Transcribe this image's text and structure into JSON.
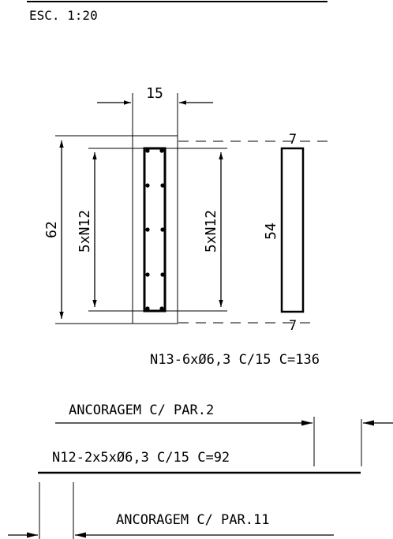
{
  "drawing": {
    "scale_label": "ESC. 1:20",
    "section": {
      "width_dim": "15",
      "height_dim": "62",
      "left_bars": "5xN12",
      "right_bars": "5xN12"
    },
    "stirrup_shape": {
      "top_dim": "7",
      "side_dim": "54",
      "bottom_dim": "7"
    },
    "stirrup_spec": "N13-6xØ6,3 C/15 C=136",
    "anchorage_top": "ANCORAGEM C/ PAR.2",
    "bar_spec": "N12-2x5xØ6,3 C/15 C=92",
    "anchorage_bottom": "ANCORAGEM C/ PAR.11"
  }
}
